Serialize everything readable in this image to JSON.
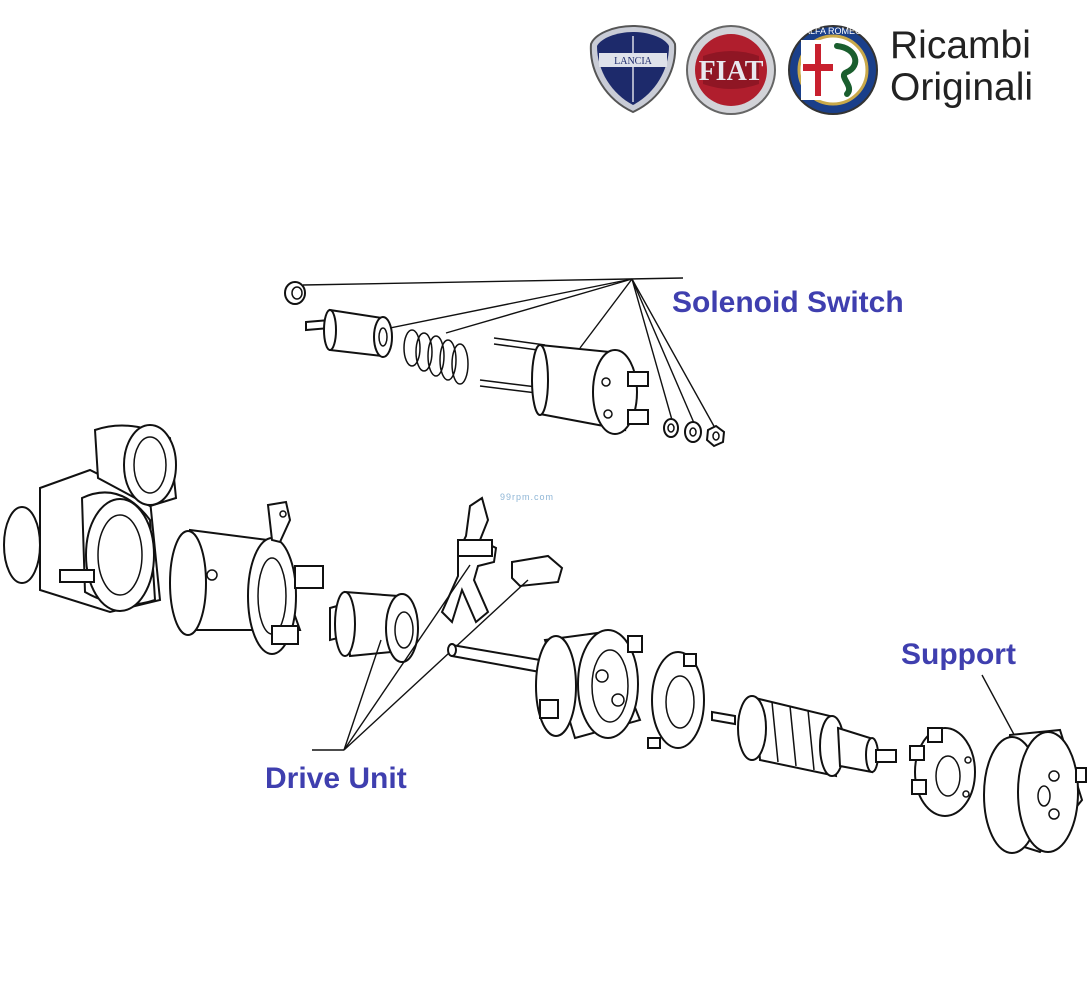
{
  "header": {
    "logos": [
      {
        "name": "lancia-logo",
        "text": "LANCIA",
        "color": "#1d2a6b"
      },
      {
        "name": "fiat-logo",
        "text": "FIAT",
        "color": "#b01e2d"
      },
      {
        "name": "alfa-romeo-logo",
        "text": "ALFA ROMEO",
        "color": "#1a5e2e"
      }
    ],
    "brand_line1": "Ricambi",
    "brand_line2": "Originali"
  },
  "watermark": "99rpm.com",
  "callouts": {
    "solenoid_switch": "Solenoid Switch",
    "drive_unit": "Drive Unit",
    "support": "Support"
  },
  "colors": {
    "callout_text": "#3f3faf",
    "line_art": "#111111",
    "watermark": "#8fb6d6"
  }
}
